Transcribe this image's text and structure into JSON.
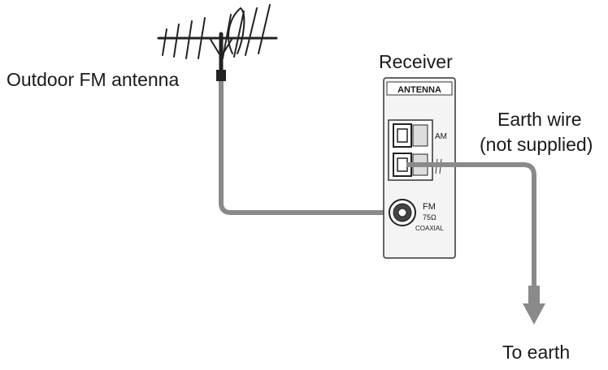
{
  "labels": {
    "antenna": "Outdoor FM antenna",
    "receiver": "Receiver",
    "earth_wire_line1": "Earth wire",
    "earth_wire_line2": "(not supplied)",
    "to_earth": "To earth"
  },
  "panel": {
    "header": "ANTENNA",
    "am": "AM",
    "fm": "FM",
    "impedance": "75Ω",
    "coaxial": "COAXIAL"
  },
  "colors": {
    "cable": "#8a8a8a",
    "line": "#222222",
    "panel_fill": "#f4f4f4"
  }
}
